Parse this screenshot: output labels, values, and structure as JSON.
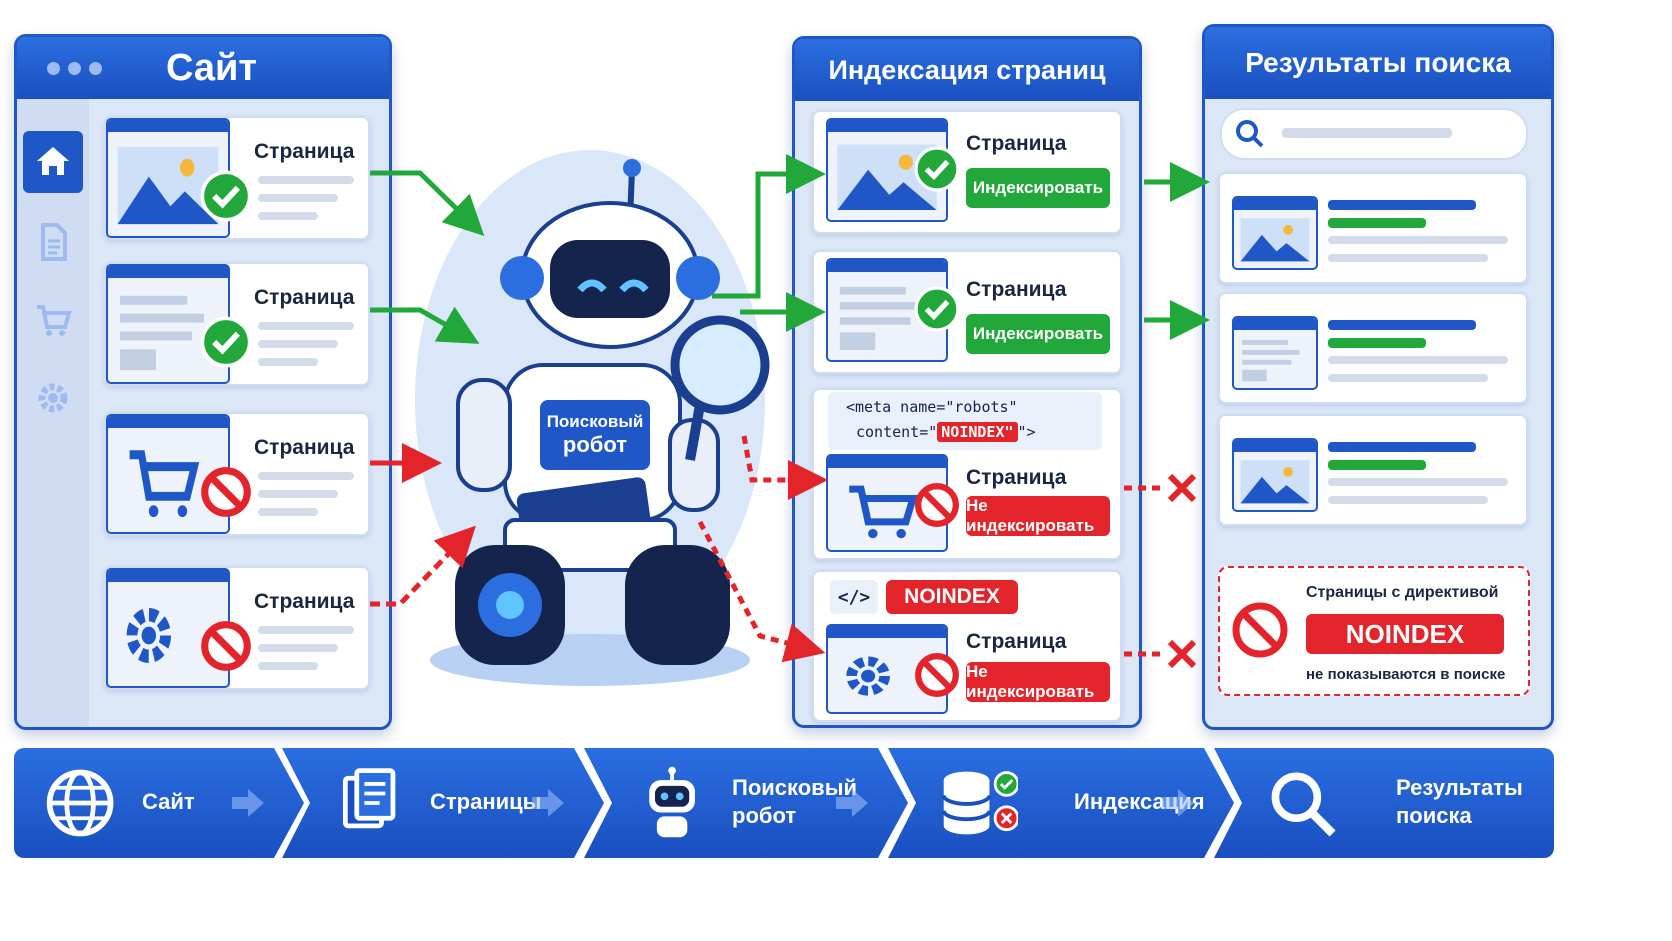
{
  "site_panel": {
    "title": "Сайт",
    "page_label": "Страница"
  },
  "robot": {
    "badge_line1": "Поисковый",
    "badge_line2": "робот"
  },
  "index_panel": {
    "title": "Индексация страниц",
    "page_label": "Страница",
    "index_label": "Индексировать",
    "noindex_label": "Не индексировать",
    "meta_line1": "<meta name=\"robots\"",
    "meta_line2_prefix": "content=\"",
    "meta_noindex": "NOINDEX\"",
    "meta_line2_suffix": "\">",
    "code_icon": "</>",
    "noindex_tag": "NOINDEX"
  },
  "results_panel": {
    "title": "Результаты поиска",
    "note_line1": "Страницы с директивой",
    "note_badge": "NOINDEX",
    "note_line2": "не показываются в поиске"
  },
  "flow": [
    {
      "icon": "globe-icon",
      "label": "Сайт"
    },
    {
      "icon": "documents-icon",
      "label": "Страницы"
    },
    {
      "icon": "robot-icon",
      "label": "Поисковый\nробот"
    },
    {
      "icon": "database-icon",
      "label": "Индексация"
    },
    {
      "icon": "search-icon",
      "label": "Результаты\nпоиска"
    }
  ],
  "colors": {
    "primary": "#1f58c6",
    "green": "#22a83a",
    "red": "#e3242b",
    "panel": "#dbe6f7"
  }
}
